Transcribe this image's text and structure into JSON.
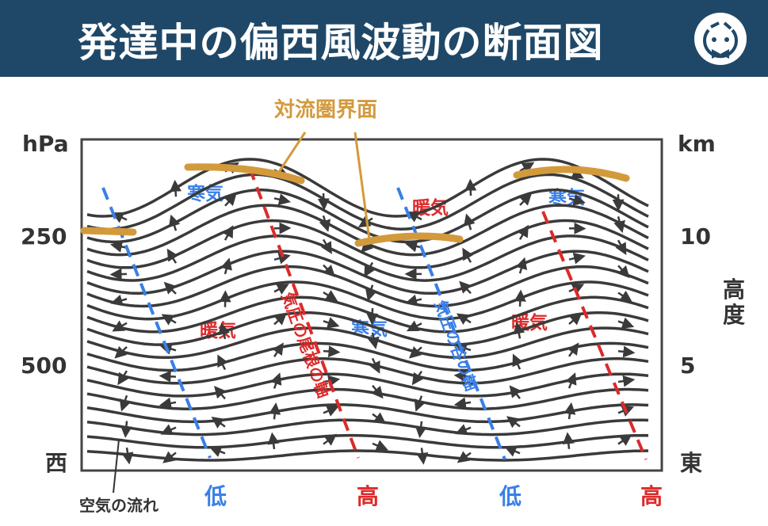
{
  "header": {
    "title": "発達中の偏西風波動の断面図",
    "logo_icon": "mascot-bowtie-icon"
  },
  "tropopause_label": "対流圏界面",
  "left_axis": {
    "unit": "hPa",
    "ticks": [
      "250",
      "500"
    ],
    "west": "西"
  },
  "right_axis": {
    "unit": "km",
    "ticks": [
      "10",
      "5"
    ],
    "east": "東",
    "title": "高度"
  },
  "bottom": {
    "labels": [
      "低",
      "高",
      "低",
      "高"
    ],
    "airflow": "空気の流れ"
  },
  "regions": {
    "cold_1": "寒気",
    "warm_1": "暖気",
    "warm_2": "暖気",
    "cold_2": "寒気",
    "cold_3": "寒気",
    "warm_3": "暖気"
  },
  "axes_labels": {
    "ridge": "気圧の尾根の軸",
    "trough": "気圧の谷の軸"
  },
  "colors": {
    "header": "#1f4868",
    "cold": "#3a7fe6",
    "warm": "#dd2a2a",
    "tropopause": "#d39a3c",
    "line": "#3a3a3a"
  }
}
